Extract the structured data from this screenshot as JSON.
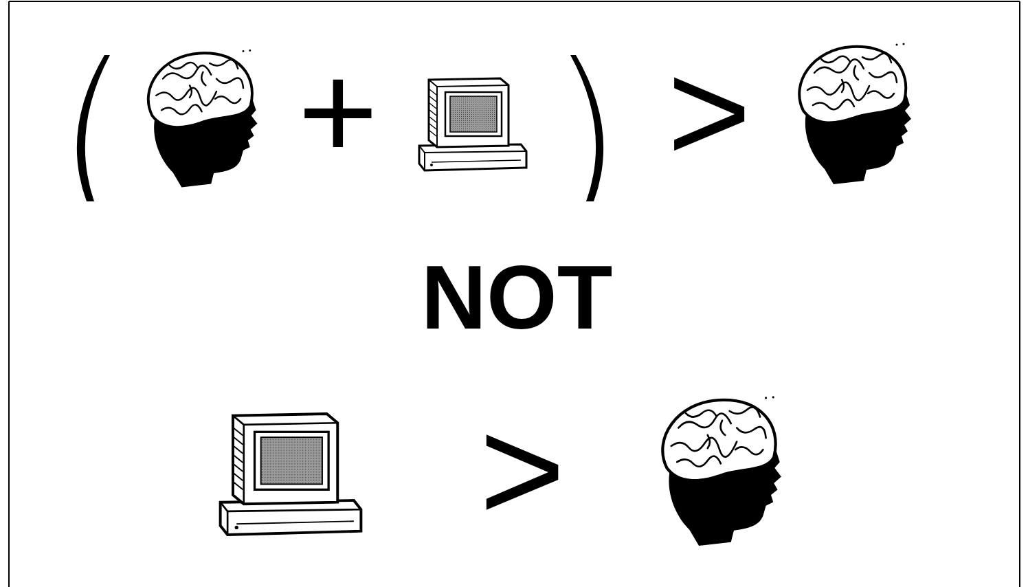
{
  "diagram": {
    "labels": [
      "+",
      ">",
      "NOT",
      ">"
    ]
  }
}
